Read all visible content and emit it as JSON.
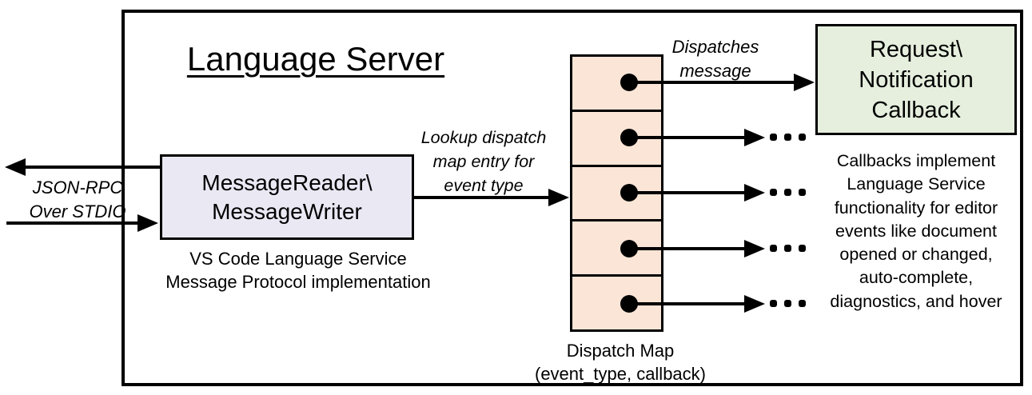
{
  "diagram": {
    "title": "Language Server",
    "io_label": {
      "line1": "JSON-RPC",
      "line2": "Over STDIO"
    },
    "reader_box": {
      "line1": "MessageReader\\",
      "line2": "MessageWriter"
    },
    "reader_caption": {
      "line1": "VS Code Language Service",
      "line2": "Message Protocol implementation"
    },
    "lookup_label": {
      "line1": "Lookup dispatch",
      "line2": "map entry for",
      "line3": "event type"
    },
    "dispatches_label": {
      "line1": "Dispatches",
      "line2": "message"
    },
    "callback_box": {
      "line1": "Request\\",
      "line2": "Notification",
      "line3": "Callback"
    },
    "callback_note": {
      "lines": [
        "Callbacks implement",
        "Language Service",
        "functionality for editor",
        "events like document",
        "opened or changed,",
        "auto-complete,",
        "diagnostics, and hover"
      ]
    },
    "dispatch_map": {
      "rows": 5,
      "caption_line1": "Dispatch Map",
      "caption_line2": "(event_type, callback)"
    },
    "icons": {
      "left_arrow": "arrow-left",
      "right_arrow": "arrow-right",
      "dispatch_dot": "connector-dot",
      "ellipsis": "ellipsis"
    },
    "colors": {
      "reader_box_fill": "#e9e8f3",
      "dispatch_cell_fill": "#fbe5d6",
      "callback_box_fill": "#e6efde",
      "stroke": "#000000",
      "background": "#ffffff"
    }
  }
}
